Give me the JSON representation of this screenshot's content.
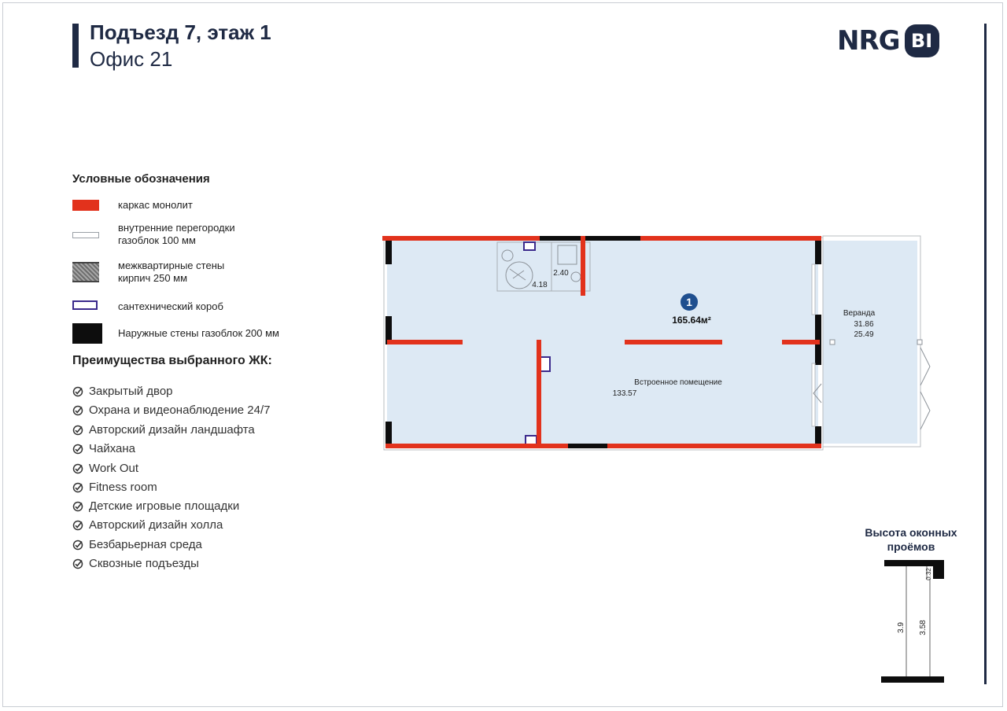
{
  "header": {
    "title_line1": "Подъезд 7, этаж 1",
    "title_line2": "Офис 21",
    "logo_text": "NRG",
    "logo_badge": "BI"
  },
  "legend": {
    "title": "Условные обозначения",
    "items": [
      {
        "label_lines": [
          "каркас монолит"
        ],
        "swatch": "red-bar"
      },
      {
        "label_lines": [
          "внутренние перегородки",
          "газоблок 100 мм"
        ],
        "swatch": "outline-bar"
      },
      {
        "label_lines": [
          "межквартирные стены",
          "кирпич 250 мм"
        ],
        "swatch": "hatched-bar"
      },
      {
        "label_lines": [
          "сантехнический короб"
        ],
        "swatch": "shaft-box"
      },
      {
        "label_lines": [
          "Наружные стены газоблок 200 мм"
        ],
        "swatch": "black-bar"
      }
    ]
  },
  "benefits": {
    "title": "Преимущества выбранного ЖК:",
    "icon": "check-circle-icon",
    "items": [
      "Закрытый двор",
      "Охрана и видеонаблюдение 24/7",
      "Авторский дизайн ландшафта",
      "Чайхана",
      "Work Out",
      "Fitness room",
      "Детские игровые площадки",
      "Авторский дизайн холла",
      "Безбарьерная среда",
      "Сквозные подъезды"
    ]
  },
  "plan": {
    "unit_number": "1",
    "total_area": "165.64м²",
    "rooms": [
      {
        "name": "",
        "area": "4.18"
      },
      {
        "name": "",
        "area": "2.40"
      },
      {
        "name": "Встроенное помещение",
        "area": "133.57"
      },
      {
        "name": "Веранда",
        "area": "31.86",
        "area2": "25.49"
      }
    ]
  },
  "window_heights": {
    "title_lines": [
      "Высота оконных",
      "проёмов"
    ],
    "total": "3.9",
    "opening": "3.58",
    "top": "0.32"
  },
  "colors": {
    "brand": "#1f2a44",
    "monolith": "#e2321c",
    "floor": "#dde9f4",
    "shaft": "#3b2a8c"
  }
}
